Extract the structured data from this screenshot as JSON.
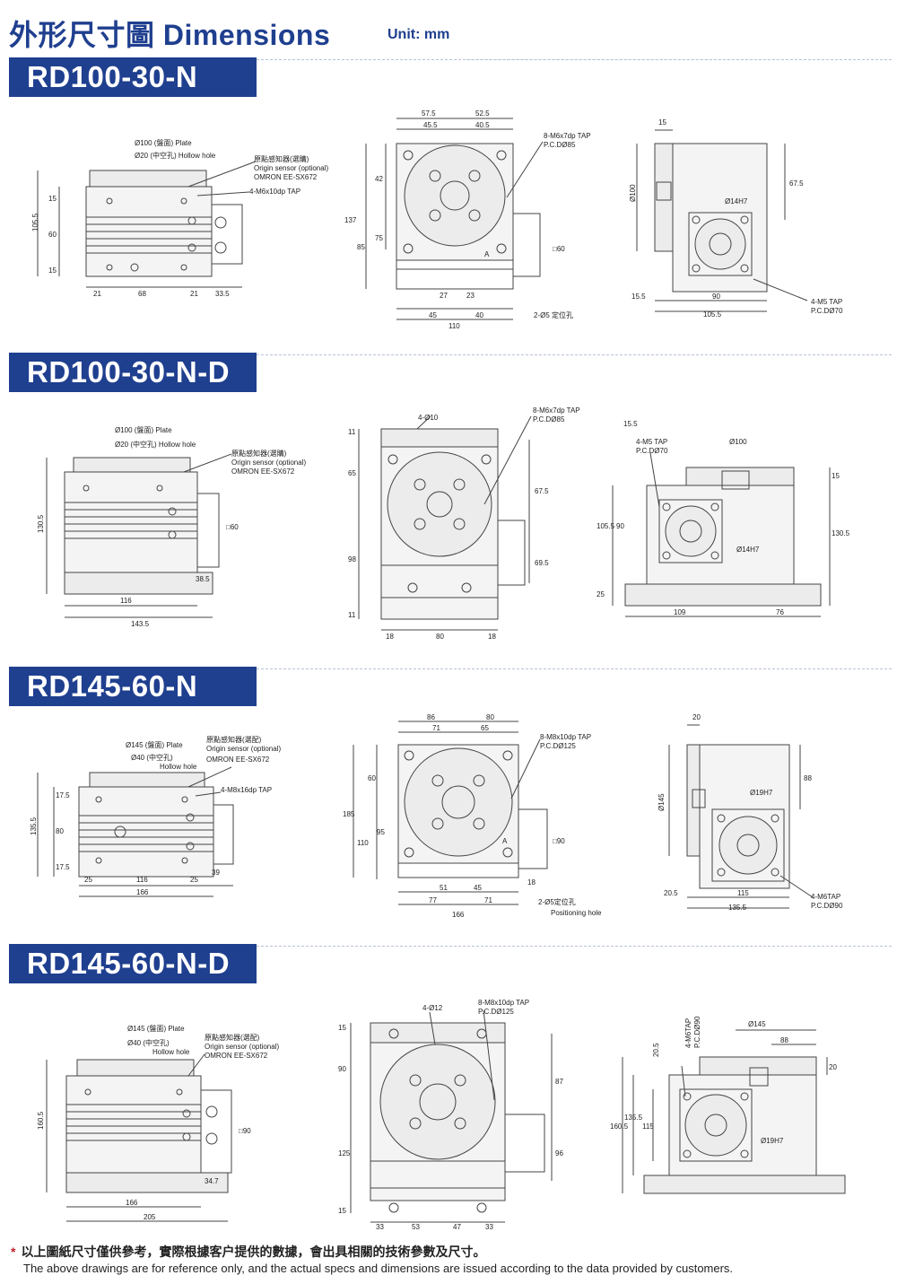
{
  "header": {
    "title": "外形尺寸圖 Dimensions",
    "unit": "Unit: mm"
  },
  "sections": [
    {
      "name": "RD100-30-N",
      "side": {
        "plate": "Ø100 (盤面) Plate",
        "hollow": "Ø20 (中空孔) Hollow hole",
        "sensor_zh": "原點感知器(選購)",
        "sensor_en": "Origin sensor (optional)",
        "sensor_model": "OMRON EE-SX672",
        "tap": "4-M6x10dp TAP",
        "overall_h": "105.5",
        "top": "15",
        "mid": "60",
        "bottom": "15",
        "w1": "21",
        "w2": "68",
        "w3": "21",
        "w4": "33.5"
      },
      "front": {
        "t1": "57.5",
        "t2": "52.5",
        "t3": "45.5",
        "t4": "40.5",
        "tap": "8-M6x7dp TAP",
        "pcd": "P.C.DØ85",
        "h1": "137",
        "h2": "42",
        "h3": "85",
        "h4": "75",
        "sq": "□60",
        "mark": "A",
        "b1": "27",
        "b2": "23",
        "b3": "45",
        "b4": "40",
        "b5": "110",
        "pin": "2-Ø5 定位孔"
      },
      "right": {
        "t1": "15",
        "dia": "Ø100",
        "h": "67.5",
        "fit": "Ø14H7",
        "l1": "15.5",
        "l2": "90",
        "l3": "105.5",
        "tap": "4-M5 TAP",
        "pcd": "P.C.DØ70"
      }
    },
    {
      "name": "RD100-30-N-D",
      "side": {
        "plate": "Ø100 (盤面) Plate",
        "hollow": "Ø20 (中空孔) Hollow hole",
        "sensor_zh": "原點感知器(選購)",
        "sensor_en": "Origin sensor (optional)",
        "sensor_model": "OMRON EE-SX672",
        "overall_h": "130.5",
        "sq": "□60",
        "h2": "38.5",
        "w1": "116",
        "w2": "143.5"
      },
      "front": {
        "holes": "4-Ø10",
        "tap": "8-M6x7dp TAP",
        "pcd": "P.C.DØ85",
        "h1": "11",
        "h2": "65",
        "h3": "98",
        "h4": "11",
        "r1": "67.5",
        "r2": "69.5",
        "b1": "18",
        "b2": "80",
        "b3": "18"
      },
      "right": {
        "t1": "15.5",
        "tap": "4-M5 TAP",
        "pcd": "P.C.DØ70",
        "dia": "Ø100",
        "r1": "15",
        "r2": "130.5",
        "l1": "105.5",
        "l2": "90",
        "l3": "25",
        "fit": "Ø14H7",
        "b1": "109",
        "b2": "76"
      }
    },
    {
      "name": "RD145-60-N",
      "side": {
        "plate": "Ø145 (盤面) Plate",
        "hollow": "Ø40 (中空孔)",
        "hollow2": "Hollow hole",
        "sensor_zh": "原點感知器(選配)",
        "sensor_en": "Origin sensor (optional)",
        "sensor_model": "OMRON EE-SX672",
        "tap": "4-M8x16dp TAP",
        "overall_h": "135.5",
        "top": "17.5",
        "mid": "80",
        "bottom": "17.5",
        "w1": "25",
        "w2": "116",
        "w3": "25",
        "w4": "39",
        "w5": "166"
      },
      "front": {
        "t1": "86",
        "t2": "80",
        "t3": "71",
        "t4": "65",
        "tap": "8-M8x10dp TAP",
        "pcd": "P.C.DØ125",
        "h1": "185",
        "h2": "60",
        "h3": "110",
        "h4": "95",
        "sq": "□90",
        "mark": "A",
        "b1": "51",
        "b2": "45",
        "b3": "77",
        "b4": "71",
        "b5": "166",
        "b6": "18",
        "pin": "2-Ø5定位孔",
        "pin_en": "Positioning hole"
      },
      "right": {
        "t1": "20",
        "dia": "Ø145",
        "h": "88",
        "fit": "Ø19H7",
        "l1": "20.5",
        "l2": "115",
        "l3": "135.5",
        "tap": "4-M6TAP",
        "pcd": "P.C.DØ90"
      }
    },
    {
      "name": "RD145-60-N-D",
      "side": {
        "plate": "Ø145 (盤面) Plate",
        "hollow": "Ø40 (中空孔)",
        "hollow2": "Hollow hole",
        "sensor_zh": "原點感知器(選配)",
        "sensor_en": "Origin sensor (optional)",
        "sensor_model": "OMRON EE-SX672",
        "overall_h": "160.5",
        "sq": "□90",
        "h2": "34.7",
        "w1": "166",
        "w2": "205"
      },
      "front": {
        "holes": "4-Ø12",
        "tap": "8-M8x10dp TAP",
        "pcd": "P.C.DØ125",
        "h1": "15",
        "h2": "90",
        "h3": "125",
        "h4": "15",
        "r1": "87",
        "r2": "96",
        "b1": "33",
        "b2": "53",
        "b3": "47",
        "b4": "33"
      },
      "right": {
        "tap": "4-M6TAP",
        "pcd": "P.C.DØ90",
        "t1": "20.5",
        "dia": "Ø145",
        "t2": "88",
        "r1": "20",
        "l1": "160.5",
        "l2": "135.5",
        "l3": "115",
        "fit": "Ø19H7"
      }
    }
  ],
  "footer": {
    "star": "*",
    "zh": "以上圖紙尺寸僅供參考，實際根據客户提供的數據，會出具相關的技術參數及尺寸。",
    "en": "The above drawings are for reference only, and the actual specs and dimensions are issued according to the data provided by customers."
  },
  "colors": {
    "brand": "#1f3f8f",
    "line": "#444444",
    "fill": "#ececec",
    "note": "#c0202a"
  }
}
